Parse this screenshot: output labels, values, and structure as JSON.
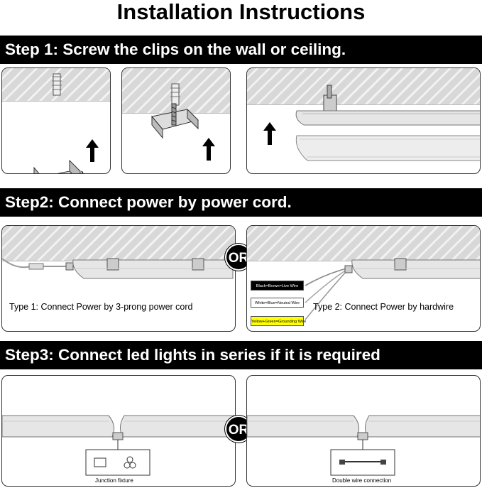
{
  "title": "Installation Instructions",
  "steps": {
    "step1": "Step 1: Screw the clips on the wall or ceiling.",
    "step2": "Step2: Connect power by power cord.",
    "step3": "Step3: Connect led lights in series if it is required"
  },
  "step2_panels": {
    "or_label": "OR",
    "type1_caption": "Type 1: Connect Power by 3-prong power cord",
    "type2_caption": "Type 2: Connect Power by hardwire",
    "wire_legend": [
      {
        "text": "Black=Brown=Live Wire",
        "color": "#000000"
      },
      {
        "text": "White=Blue=Neutral Wire",
        "color": "#ffffff"
      },
      {
        "text": "Yellow+Green=Grounding Wire",
        "color": "#ffff00"
      }
    ]
  },
  "step3_panels": {
    "or_label": "OR",
    "junction_caption": "Junction fixture",
    "double_wire_caption": "Double wire connection"
  },
  "icons": [
    "wall-plug-icon",
    "mounting-clip-icon",
    "screw-icon",
    "up-arrow-icon",
    "led-tube-fixture-icon",
    "power-cord-icon",
    "junction-box-icon",
    "connector-cable-icon"
  ]
}
